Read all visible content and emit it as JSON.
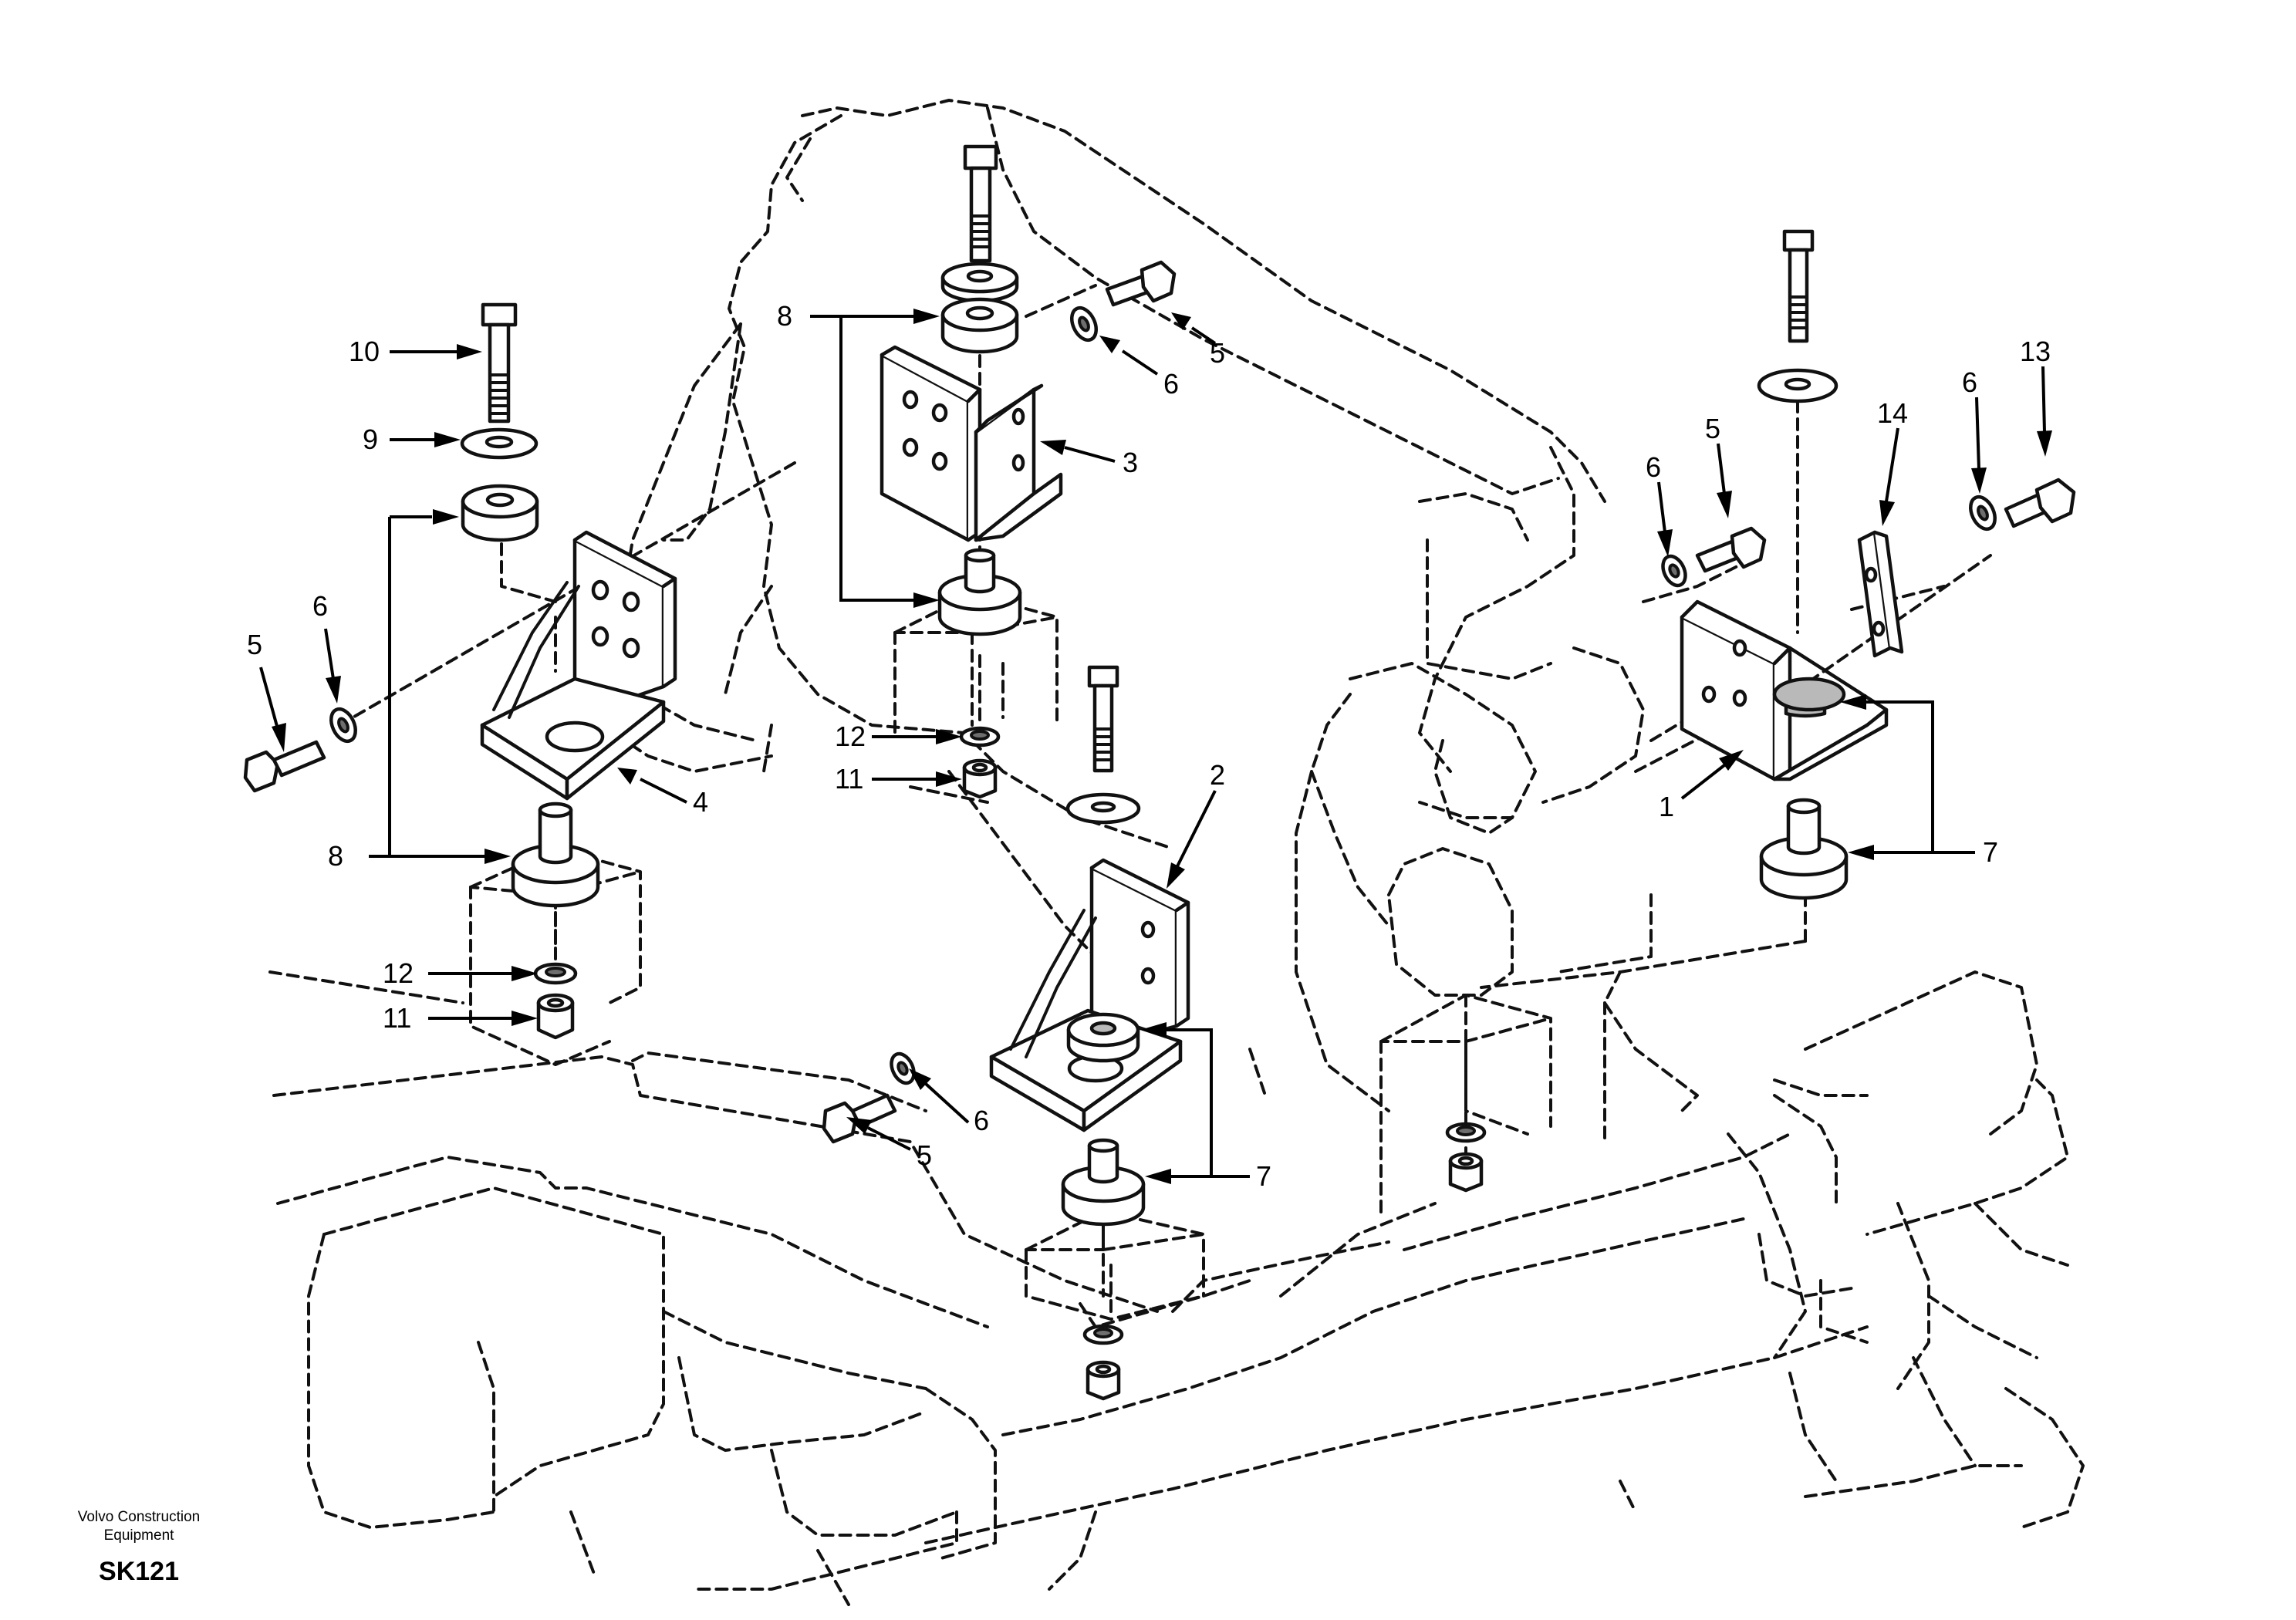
{
  "figure": {
    "callouts": {
      "c1": "1",
      "c2": "2",
      "c3": "3",
      "c4": "4",
      "c5a": "5",
      "c5b": "5",
      "c5c": "5",
      "c5d": "5",
      "c6a": "6",
      "c6b": "6",
      "c6c": "6",
      "c6d": "6",
      "c6e": "6",
      "c7a": "7",
      "c7b": "7",
      "c8a": "8",
      "c8b": "8",
      "c9": "9",
      "c10": "10",
      "c11a": "11",
      "c11b": "11",
      "c12a": "12",
      "c12b": "12",
      "c13": "13",
      "c14": "14"
    }
  },
  "footer": {
    "brand_line1": "Volvo Construction",
    "brand_line2": "Equipment",
    "code": "SK121"
  }
}
